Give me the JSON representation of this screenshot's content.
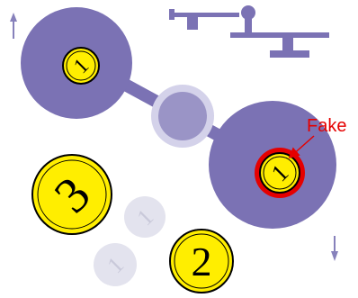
{
  "colors": {
    "pan": "#7b72b4",
    "pan_hub": "#9a94c6",
    "pan_hub_ring": "#d4d2ea",
    "scale_icon": "#7b72b4",
    "arrow": "#8781bb",
    "coin_fill": "#ffee00",
    "coin_stroke": "#000000",
    "ghost_coin": "#e3e3ee",
    "ghost_text": "#c9c9da",
    "fake_highlight": "#e50000",
    "fake_label": "#e50000"
  },
  "icons": {
    "scale": "balance-scale-icon",
    "up_arrow": "up-arrow-icon",
    "down_arrow": "down-arrow-icon"
  },
  "coins": {
    "left_pan": "1",
    "right_pan": "1",
    "big_three": "3",
    "ghost_a": "1",
    "ghost_b": "1",
    "two": "2"
  },
  "fake_label": "Fake"
}
